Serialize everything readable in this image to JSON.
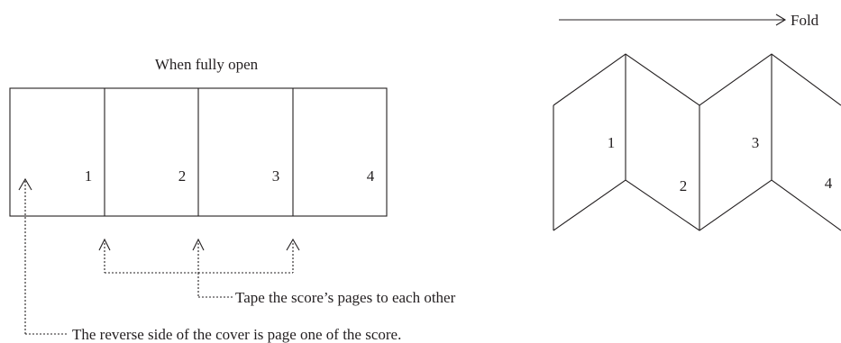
{
  "open_view": {
    "caption": "When fully open",
    "page_numbers": [
      "1",
      "2",
      "3",
      "4"
    ]
  },
  "folded_view": {
    "fold_label": "Fold",
    "page_numbers": [
      "1",
      "2",
      "3",
      "4"
    ]
  },
  "annotations": {
    "tape": "Tape the score’s pages to each other",
    "reverse": "The reverse side of the cover is page one of the score."
  },
  "colors": {
    "line": "#231f20",
    "background": "#ffffff"
  }
}
